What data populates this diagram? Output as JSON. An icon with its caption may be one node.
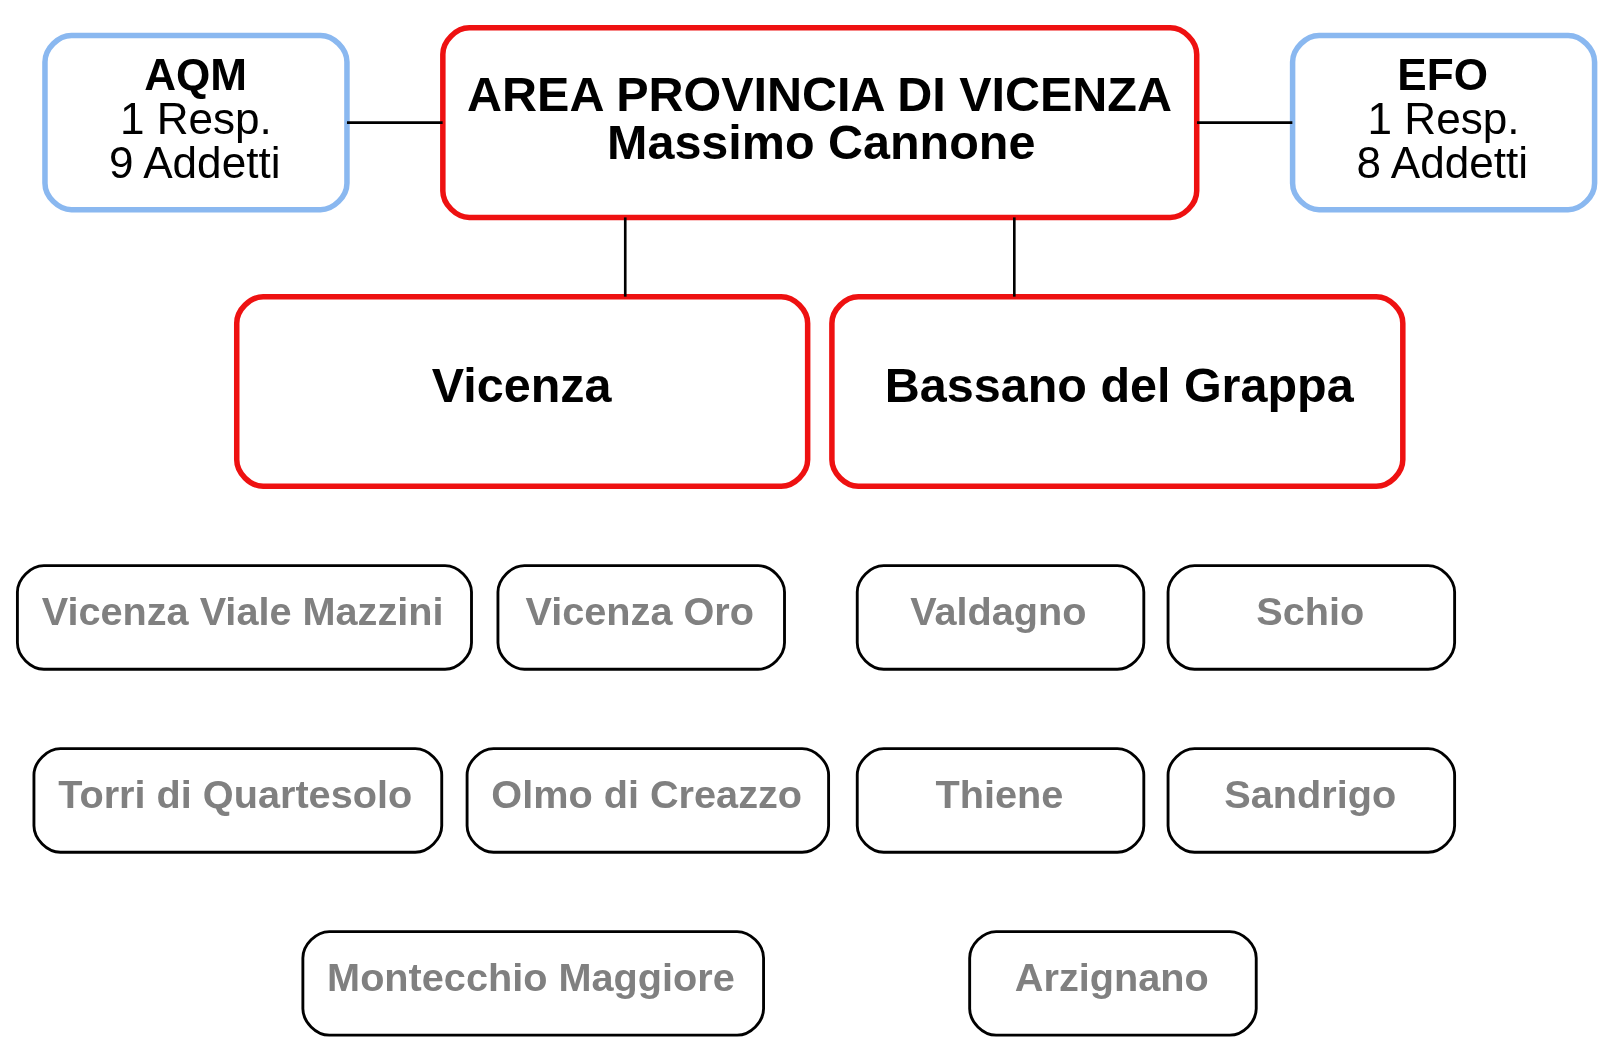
{
  "diagram": {
    "nodes": [
      {
        "text": [
          "AREA PROVINCIA DI VICENZA",
          "Massimo Cannone"
        ]
      },
      {
        "text": [
          "AQM",
          "1 Resp.",
          "9 Addetti"
        ]
      },
      {
        "text": [
          "EFO",
          "1 Resp.",
          "8 Addetti"
        ]
      },
      {
        "text": [
          "Vicenza"
        ]
      },
      {
        "text": [
          "Bassano del Grappa"
        ]
      },
      {
        "text": [
          "Vicenza Viale Mazzini"
        ]
      },
      {
        "text": [
          "Vicenza Oro"
        ]
      },
      {
        "text": [
          "Torri di Quartesolo"
        ]
      },
      {
        "text": [
          "Olmo di Creazzo"
        ]
      },
      {
        "text": [
          "Montecchio Maggiore"
        ]
      },
      {
        "text": [
          "Valdagno"
        ]
      },
      {
        "text": [
          "Schio"
        ]
      },
      {
        "text": [
          "Thiene"
        ]
      },
      {
        "text": [
          "Sandrigo"
        ]
      },
      {
        "text": [
          "Arzignano"
        ]
      }
    ],
    "edges": [
      {
        "from": 1,
        "to": 0,
        "arrow": "none"
      },
      {
        "from": 0,
        "to": 2,
        "arrow": "none"
      },
      {
        "from": 0,
        "to": 3,
        "arrow": "none"
      },
      {
        "from": 0,
        "to": 4,
        "arrow": "none"
      }
    ]
  }
}
